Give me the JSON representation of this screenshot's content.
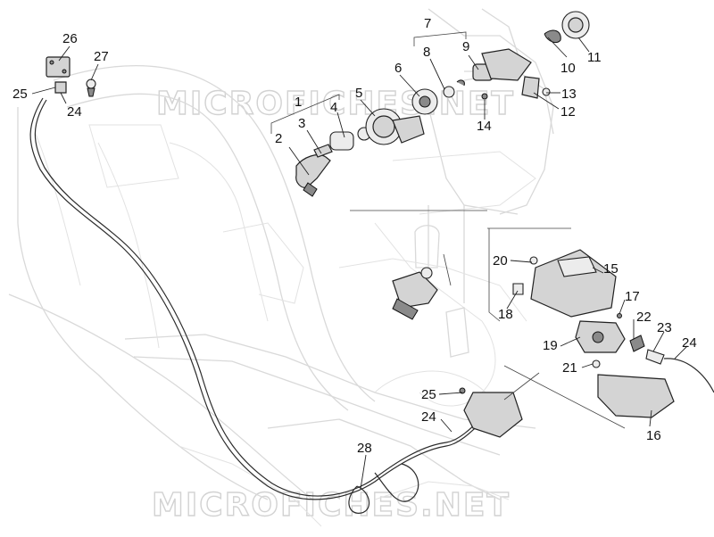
{
  "watermarks": [
    "MICROFICHES.NET",
    "MICROFICHES.NET"
  ],
  "callouts": [
    "26",
    "27",
    "25",
    "24",
    "1",
    "2",
    "3",
    "4",
    "5",
    "6",
    "7",
    "8",
    "9",
    "10",
    "11",
    "12",
    "13",
    "14",
    "20",
    "15",
    "17",
    "18",
    "22",
    "23",
    "19",
    "24",
    "21",
    "16",
    "25",
    "24",
    "28"
  ]
}
